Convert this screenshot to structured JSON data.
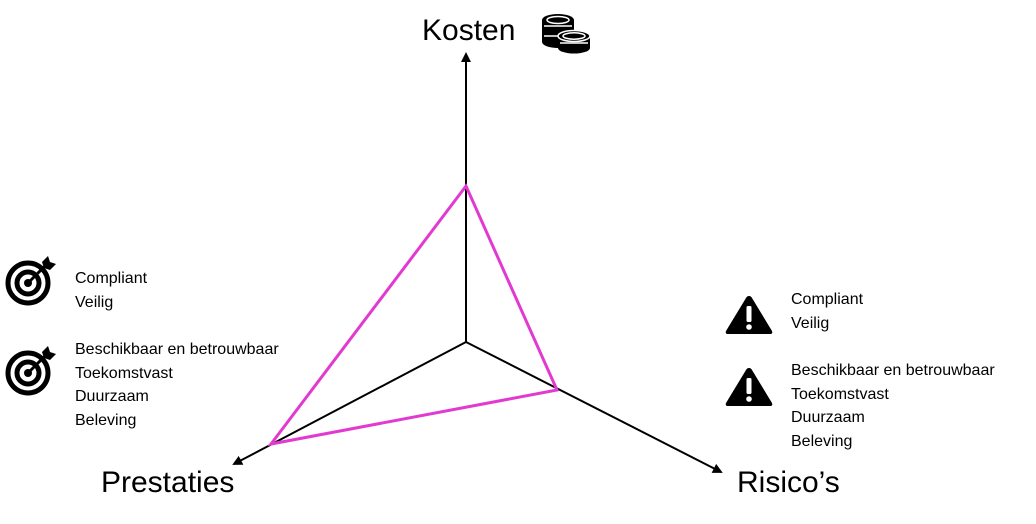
{
  "axes": {
    "top": {
      "label": "Kosten",
      "icon": "coins-icon"
    },
    "left": {
      "label": "Prestaties"
    },
    "right": {
      "label": "Risico’s"
    }
  },
  "prestaties_panel": {
    "icon": "target-icon",
    "group1": [
      "Compliant",
      "Veilig"
    ],
    "group2": [
      "Beschikbaar en betrouwbaar",
      "Toekomstvast",
      "Duurzaam",
      "Beleving"
    ]
  },
  "risicos_panel": {
    "icon": "warning-icon",
    "group1": [
      "Compliant",
      "Veilig"
    ],
    "group2": [
      "Beschikbaar en betrouwbaar",
      "Toekomstvast",
      "Duurzaam",
      "Beleving"
    ]
  },
  "colors": {
    "axis": "#000000",
    "triangle": "#e23ad0"
  }
}
